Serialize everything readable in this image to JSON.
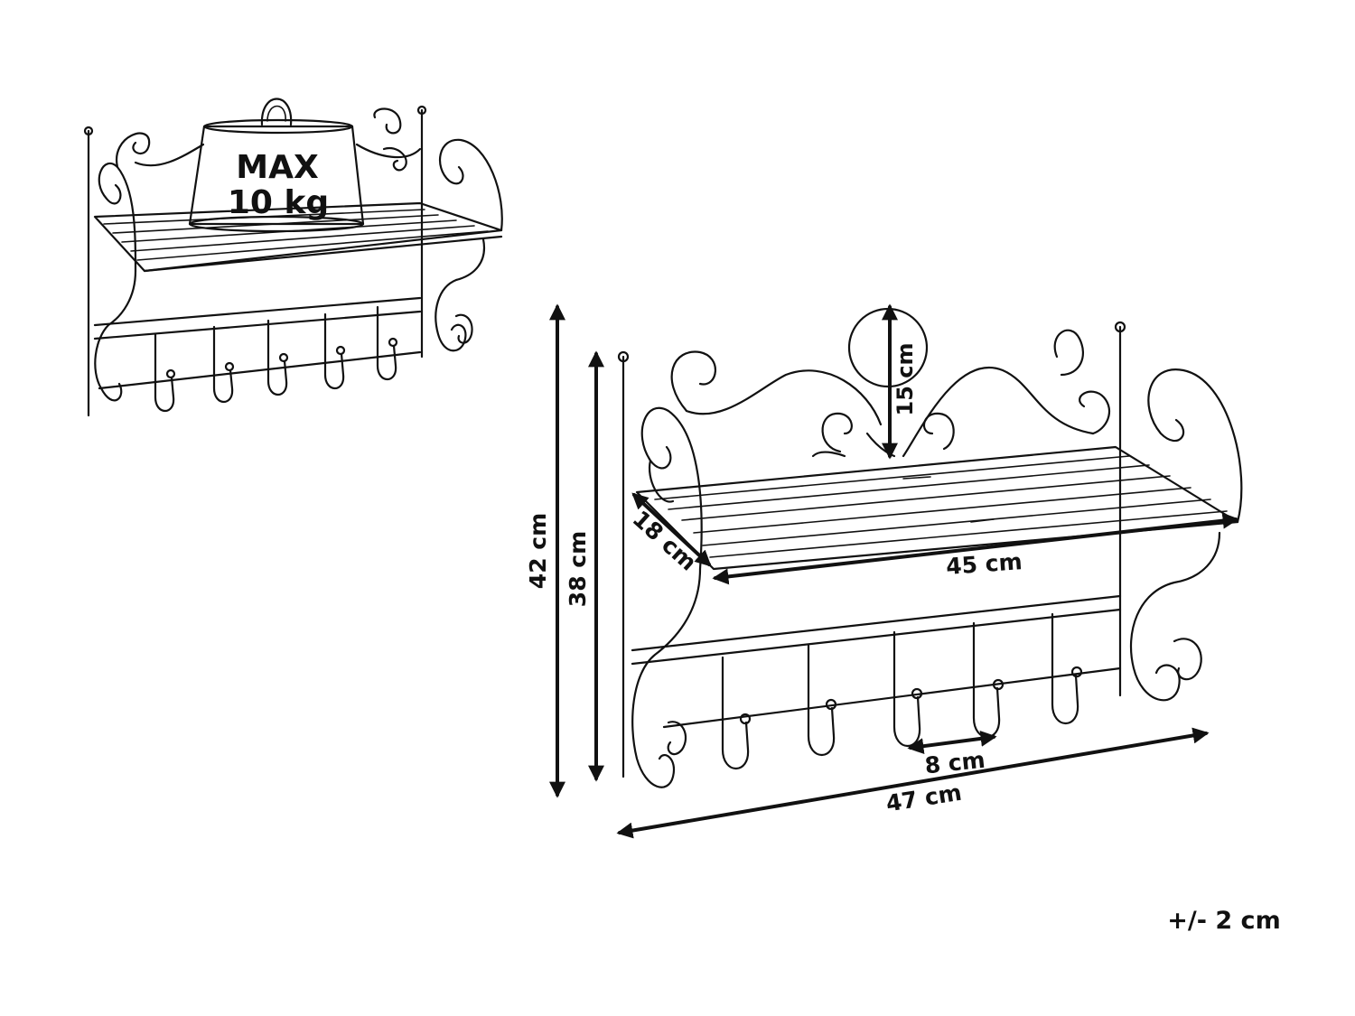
{
  "weight_badge": {
    "line1": "MAX",
    "line2": "10 kg"
  },
  "dimensions": {
    "overall_height": "42 cm",
    "frame_height": "38 cm",
    "crest_height": "15 cm",
    "depth": "18 cm",
    "shelf_width": "45 cm",
    "hook_spacing": "8 cm",
    "overall_width": "47 cm"
  },
  "tolerance": "+/- 2 cm"
}
